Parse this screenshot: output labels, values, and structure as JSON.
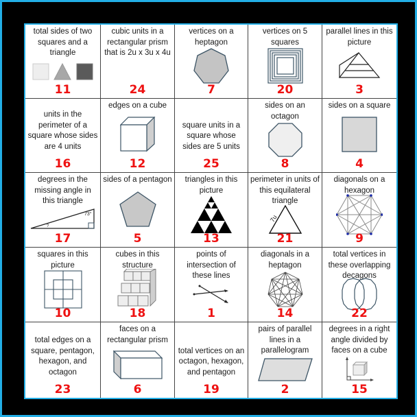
{
  "colors": {
    "frame_border": "#22aee6",
    "background": "#000000",
    "answer": "#ee1111",
    "shape_fill": "#c8c8c8",
    "shape_stroke": "#3d5566"
  },
  "cells": [
    {
      "prompt": "total sides of two squares and a triangle",
      "answer": "11",
      "icon": "two-squares-triangle-icon"
    },
    {
      "prompt": "cubic units in a rectangular prism that is 2u x 3u x 4u",
      "answer": "24",
      "icon": null
    },
    {
      "prompt": "vertices on a heptagon",
      "answer": "7",
      "icon": "heptagon-icon"
    },
    {
      "prompt": "vertices on 5 squares",
      "answer": "20",
      "icon": "nested-squares-icon"
    },
    {
      "prompt": "parallel lines in this picture",
      "answer": "3",
      "icon": "pyramid-icon"
    },
    {
      "prompt": "units in the perimeter of a square whose sides are 4 units",
      "answer": "16",
      "icon": null
    },
    {
      "prompt": "edges on a cube",
      "answer": "12",
      "icon": "cube-icon"
    },
    {
      "prompt": "square units in a square whose sides are 5 units",
      "answer": "25",
      "icon": null
    },
    {
      "prompt": "sides on an octagon",
      "answer": "8",
      "icon": "octagon-icon"
    },
    {
      "prompt": "sides on a square",
      "answer": "4",
      "icon": "square-icon"
    },
    {
      "prompt": "degrees in the missing angle in this triangle",
      "answer": "17",
      "icon": "right-triangle-icon",
      "angle_label": "73°",
      "unknown_label": "?"
    },
    {
      "prompt": "sides of a pentagon",
      "answer": "5",
      "icon": "pentagon-icon"
    },
    {
      "prompt": "triangles in this picture",
      "answer": "13",
      "icon": "sierpinski-triangle-icon"
    },
    {
      "prompt": "perimeter in units of this equilateral triangle",
      "answer": "21",
      "icon": "equilateral-triangle-icon",
      "side_label": "7u"
    },
    {
      "prompt": "diagonals on a hexagon",
      "answer": "9",
      "icon": "hexagon-diagonals-icon"
    },
    {
      "prompt": "squares in this picture",
      "answer": "10",
      "icon": "squares-grid-icon"
    },
    {
      "prompt": "cubes in this structure",
      "answer": "18",
      "icon": "cube-stairs-icon"
    },
    {
      "prompt": "points of intersection of these lines",
      "answer": "1",
      "icon": "intersecting-lines-icon"
    },
    {
      "prompt": "diagonals in a heptagon",
      "answer": "14",
      "icon": "heptagon-diagonals-icon"
    },
    {
      "prompt": "total vertices in these overlapping decagons",
      "answer": "22",
      "icon": "overlapping-decagons-icon"
    },
    {
      "prompt": "total edges on a square, pentagon, hexagon, and octagon",
      "answer": "23",
      "icon": null
    },
    {
      "prompt": "faces on a rectangular prism",
      "answer": "6",
      "icon": "rectangular-prism-icon"
    },
    {
      "prompt": "total vertices on an octagon, hexagon, and pentagon",
      "answer": "19",
      "icon": null
    },
    {
      "prompt": "pairs of parallel lines in a parallelogram",
      "answer": "2",
      "icon": "parallelogram-icon"
    },
    {
      "prompt": "degrees in a right angle divided by faces on a cube",
      "answer": "15",
      "icon": "right-angle-cube-icon"
    }
  ]
}
